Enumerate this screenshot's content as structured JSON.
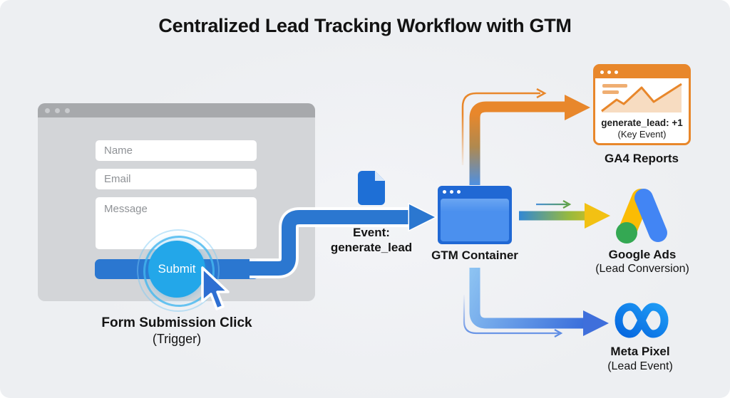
{
  "title": "Centralized Lead Tracking Workflow with GTM",
  "form_window": {
    "fields": [
      {
        "placeholder": "Name"
      },
      {
        "placeholder": "Email"
      },
      {
        "placeholder": "Message"
      }
    ],
    "submit_label": "Submit",
    "caption": "Form Submission Click",
    "caption_sub": "(Trigger)"
  },
  "event_label": {
    "line1": "Event:",
    "line2": "generate_lead"
  },
  "gtm": {
    "label": "GTM Container"
  },
  "ga4": {
    "result_line1": "generate_lead: +1",
    "result_line2": "(Key Event)",
    "label": "GA4 Reports"
  },
  "google_ads": {
    "label": "Google Ads",
    "sublabel": "(Lead Conversion)"
  },
  "meta": {
    "label": "Meta Pixel",
    "sublabel": "(Lead Event)"
  },
  "colors": {
    "background": "#edeff2",
    "flow_blue": "#2b77d0",
    "click_ripple_blue": "#23a7e9",
    "ga4_orange": "#e8872b",
    "ads_arrow_yellow": "#f2c113",
    "ads_logo_blue": "#4285F4",
    "ads_logo_yellow": "#FBBC04",
    "ads_logo_green": "#34A853",
    "meta_gradient_start": "#0667df",
    "meta_gradient_end": "#1e9bf5",
    "gtm_header_blue": "#2068d4",
    "gtm_body_blue": "#4b90ee",
    "window_gray": "#d3d5d8",
    "titlebar_gray": "#a7a9ac"
  }
}
